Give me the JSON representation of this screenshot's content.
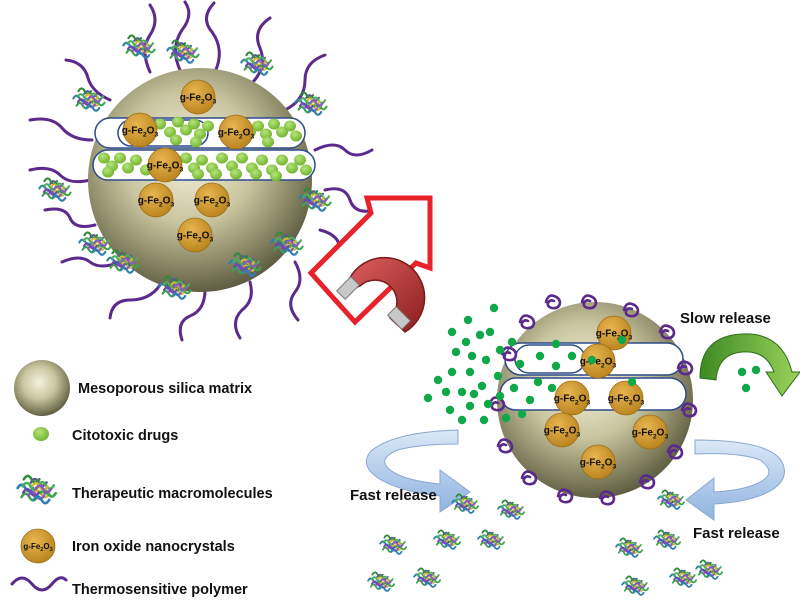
{
  "nano_label": "g-Fe",
  "nano_sub2": "2",
  "nano_o": "O",
  "nano_sub3": "3",
  "legend": [
    {
      "text": "Mesoporous silica matrix",
      "icon": "silica-sphere-icon"
    },
    {
      "text": "Citotoxic drugs",
      "icon": "drug-dot-icon"
    },
    {
      "text": "Therapeutic macromolecules",
      "icon": "macromolecule-icon"
    },
    {
      "text": "Iron oxide nanocrystals",
      "icon": "nanocrystal-icon"
    },
    {
      "text": "Thermosensitive polymer",
      "icon": "polymer-chain-icon"
    }
  ],
  "release_labels": {
    "slow": "Slow release",
    "fast_left": "Fast release",
    "fast_right": "Fast release"
  },
  "colors": {
    "sphere_light": "#f2f0d8",
    "sphere_dark": "#5a5a40",
    "drug_green": "#8ccc3c",
    "drug_dark_green": "#11a84a",
    "nanocrystal": "#d09a2c",
    "polymer_purple": "#5b2a8c",
    "arrow_red": "#e8222a",
    "magnet_red": "#b83a3a",
    "arrow_blue": "#a9c6ea",
    "slow_arrow_green": "#4c9a2a"
  }
}
